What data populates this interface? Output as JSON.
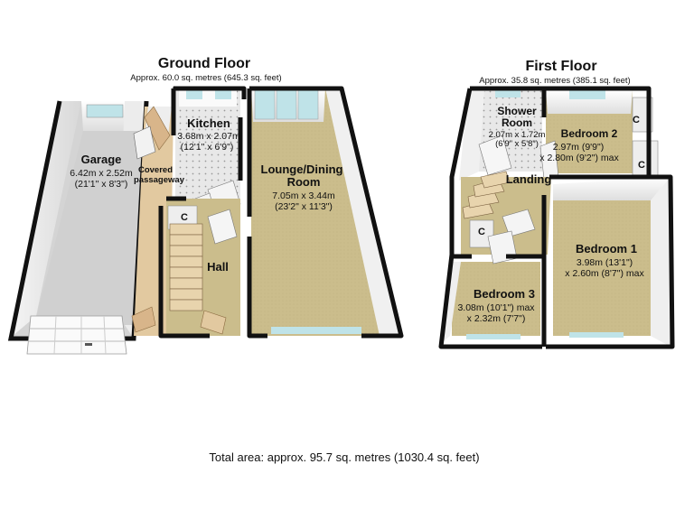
{
  "ground_floor": {
    "title": "Ground Floor",
    "area": "Approx. 60.0 sq. metres (645.3 sq. feet)",
    "rooms": {
      "garage": {
        "name": "Garage",
        "dim1": "6.42m x 2.52m",
        "dim2": "(21'1\" x 8'3\")"
      },
      "covered": {
        "line1": "Covered",
        "line2": "passageway"
      },
      "kitchen": {
        "name": "Kitchen",
        "dim1": "3.68m x 2.07m",
        "dim2": "(12'1\" x 6'9\")"
      },
      "lounge": {
        "name1": "Lounge/Dining",
        "name2": "Room",
        "dim1": "7.05m x 3.44m",
        "dim2": "(23'2\" x 11'3\")"
      },
      "hall": {
        "name": "Hall"
      },
      "cupboard": {
        "label": "C"
      }
    }
  },
  "first_floor": {
    "title": "First Floor",
    "area": "Approx. 35.8 sq. metres (385.1 sq. feet)",
    "rooms": {
      "shower": {
        "name1": "Shower",
        "name2": "Room",
        "dim1": "2.07m x 1.72m",
        "dim2": "(6'9\" x 5'8\")"
      },
      "bedroom2": {
        "name": "Bedroom 2",
        "dim1": "2.97m (9'9\")",
        "dim2": "x 2.80m (9'2\") max"
      },
      "landing": {
        "name": "Landing"
      },
      "bedroom1": {
        "name": "Bedroom 1",
        "dim1": "3.98m (13'1\")",
        "dim2": "x 2.60m (8'7\") max"
      },
      "bedroom3": {
        "name": "Bedroom 3",
        "dim1": "3.08m (10'1\") max",
        "dim2": "x 2.32m (7'7\")"
      },
      "cupboards": [
        "C",
        "C",
        "C"
      ]
    }
  },
  "total_area": "Total area: approx. 95.7 sq. metres (1030.4 sq. feet)",
  "colors": {
    "wall": "#111111",
    "carpet": "#c9bb8a",
    "vinyl": "#dcdcdc",
    "garage_floor": "#d6d6d6",
    "window": "#bfe3e8",
    "wood": "#e2c9a0"
  }
}
